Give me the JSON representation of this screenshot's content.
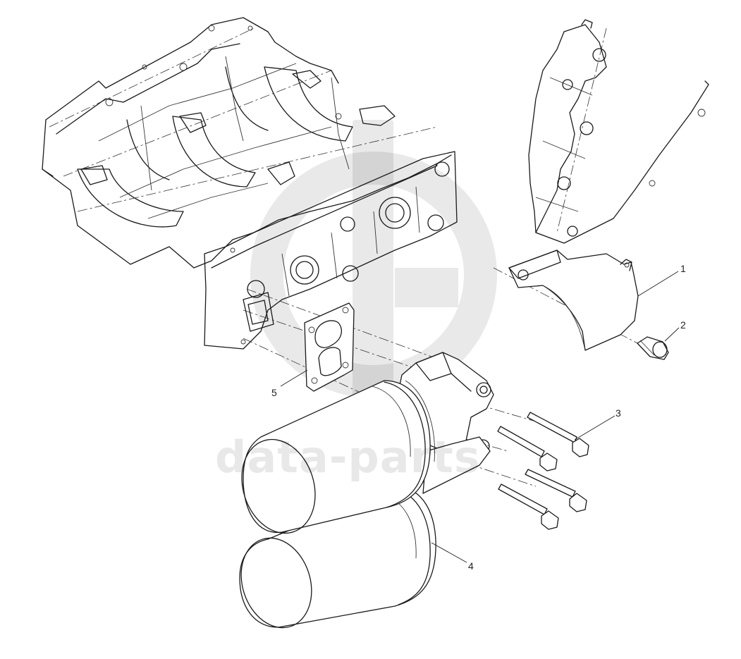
{
  "diagram": {
    "callouts": [
      {
        "id": "c1",
        "label": "1",
        "part": "heat shield"
      },
      {
        "id": "c2",
        "label": "2",
        "part": "socket cap screw"
      },
      {
        "id": "c3",
        "label": "3",
        "part": "hex flange bolt"
      },
      {
        "id": "c4",
        "label": "4",
        "part": "oil filter assembly"
      },
      {
        "id": "c5",
        "label": "5",
        "part": "gasket"
      }
    ]
  },
  "watermark": {
    "text": "data-parts",
    "color": "#000000"
  }
}
